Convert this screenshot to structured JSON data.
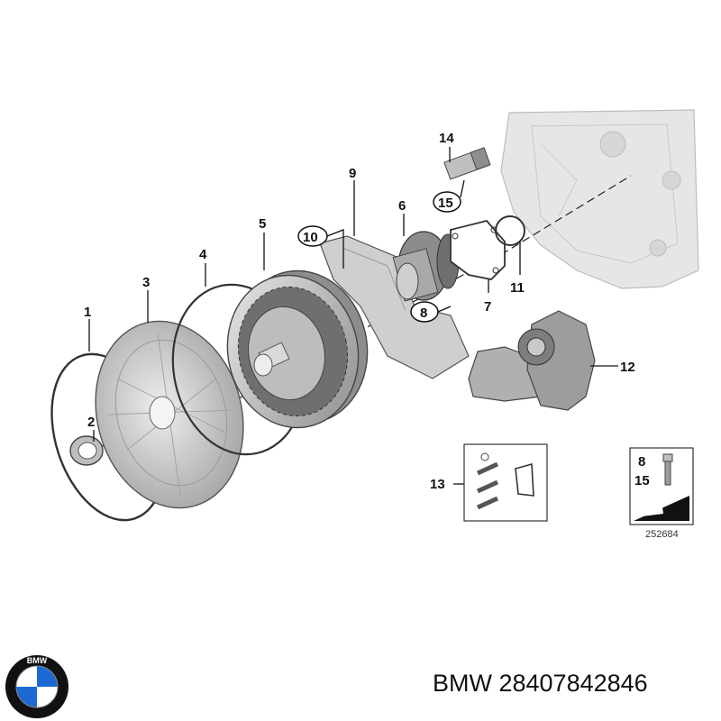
{
  "callouts": [
    {
      "id": "1",
      "label": "1"
    },
    {
      "id": "2",
      "label": "2"
    },
    {
      "id": "3",
      "label": "3"
    },
    {
      "id": "4",
      "label": "4"
    },
    {
      "id": "5",
      "label": "5"
    },
    {
      "id": "6",
      "label": "6"
    },
    {
      "id": "7",
      "label": "7"
    },
    {
      "id": "8",
      "label": "8"
    },
    {
      "id": "9",
      "label": "9"
    },
    {
      "id": "10",
      "label": "10"
    },
    {
      "id": "11",
      "label": "11"
    },
    {
      "id": "12",
      "label": "12"
    },
    {
      "id": "13",
      "label": "13"
    },
    {
      "id": "14",
      "label": "14"
    },
    {
      "id": "15",
      "label": "15"
    }
  ],
  "legend_box": {
    "label_a": "8",
    "label_b": "15"
  },
  "diagram_number": "252684",
  "brand": {
    "caption": "BMW 28407842846",
    "logo_letters": "BMW"
  },
  "colors": {
    "part_fill": "#c9c9c9",
    "part_dark": "#8a8a8a",
    "housing": "#e4e4e4",
    "logo_blue": "#1c69d4"
  }
}
